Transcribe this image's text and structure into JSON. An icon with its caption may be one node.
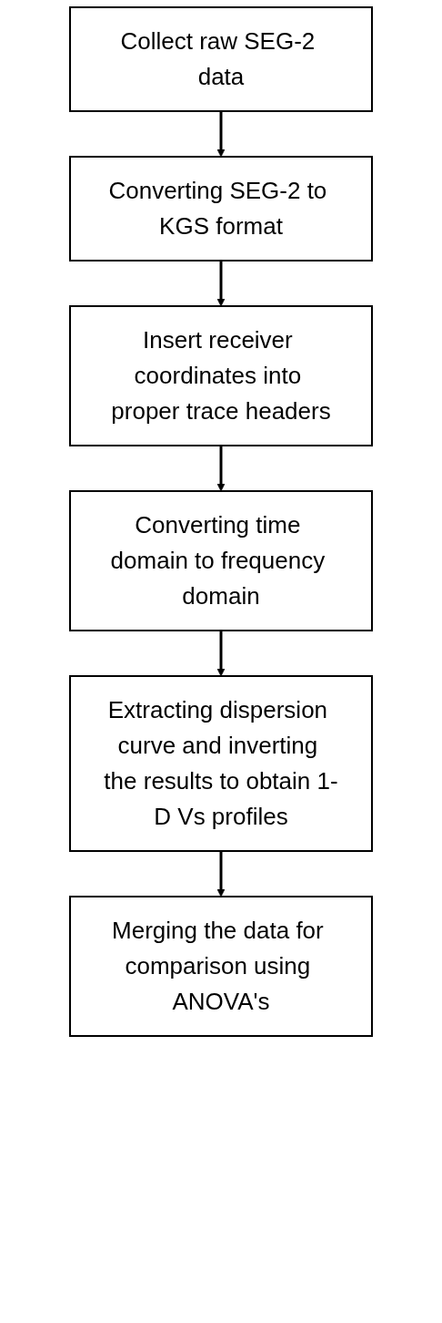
{
  "diagram": {
    "nodes": [
      {
        "text": [
          "Collect raw SEG-2 data"
        ]
      },
      {
        "text": [
          "Converting SEG-2 to KGS format"
        ]
      },
      {
        "text": [
          "Insert receiver coordinates into proper trace headers"
        ]
      },
      {
        "text": [
          "Converting time domain to frequency domain"
        ]
      },
      {
        "text": [
          "Extracting dispersion curve and inverting the results to obtain 1-D Vs profiles"
        ]
      },
      {
        "text": [
          "Merging the data for comparison using ANOVA's"
        ]
      }
    ],
    "edges": [
      {
        "from": 0,
        "to": 1,
        "arrow": "to"
      },
      {
        "from": 1,
        "to": 2,
        "arrow": "to"
      },
      {
        "from": 2,
        "to": 3,
        "arrow": "to"
      },
      {
        "from": 3,
        "to": 4,
        "arrow": "to"
      },
      {
        "from": 4,
        "to": 5,
        "arrow": "to"
      }
    ]
  }
}
